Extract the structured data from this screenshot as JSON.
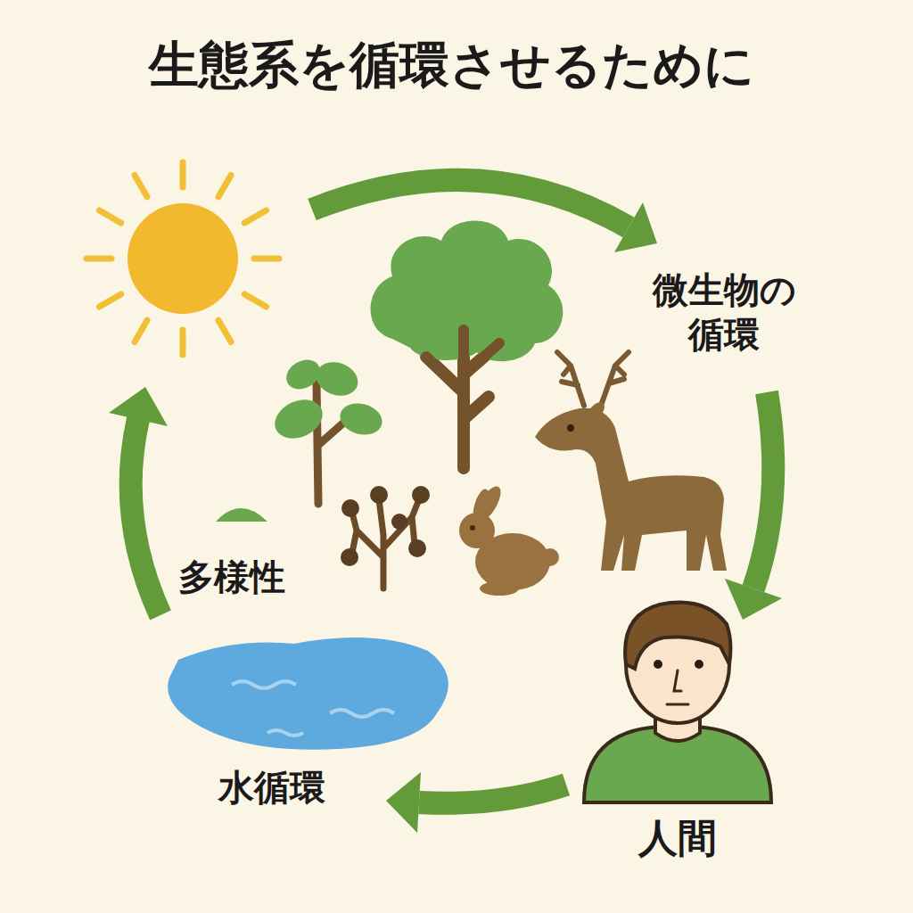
{
  "diagram": {
    "title": "生態系を循環させるために",
    "labels": [
      "微生物の循環",
      "多様性",
      "水循環",
      "人間"
    ]
  }
}
